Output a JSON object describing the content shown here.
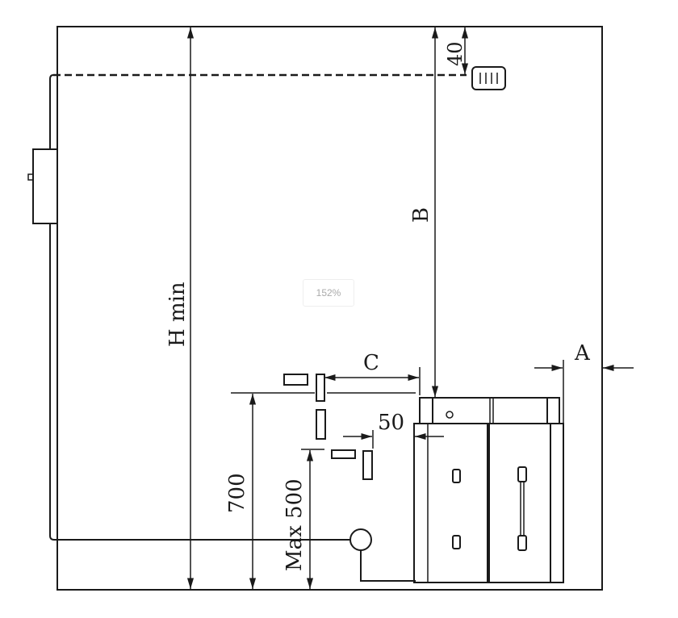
{
  "labels": {
    "h_min": "H min",
    "b": "B",
    "forty": "40",
    "a": "A",
    "c": "C",
    "fifty": "50",
    "seven_hundred": "700",
    "max_500": "Max 500"
  },
  "zoom_badge": "152%"
}
